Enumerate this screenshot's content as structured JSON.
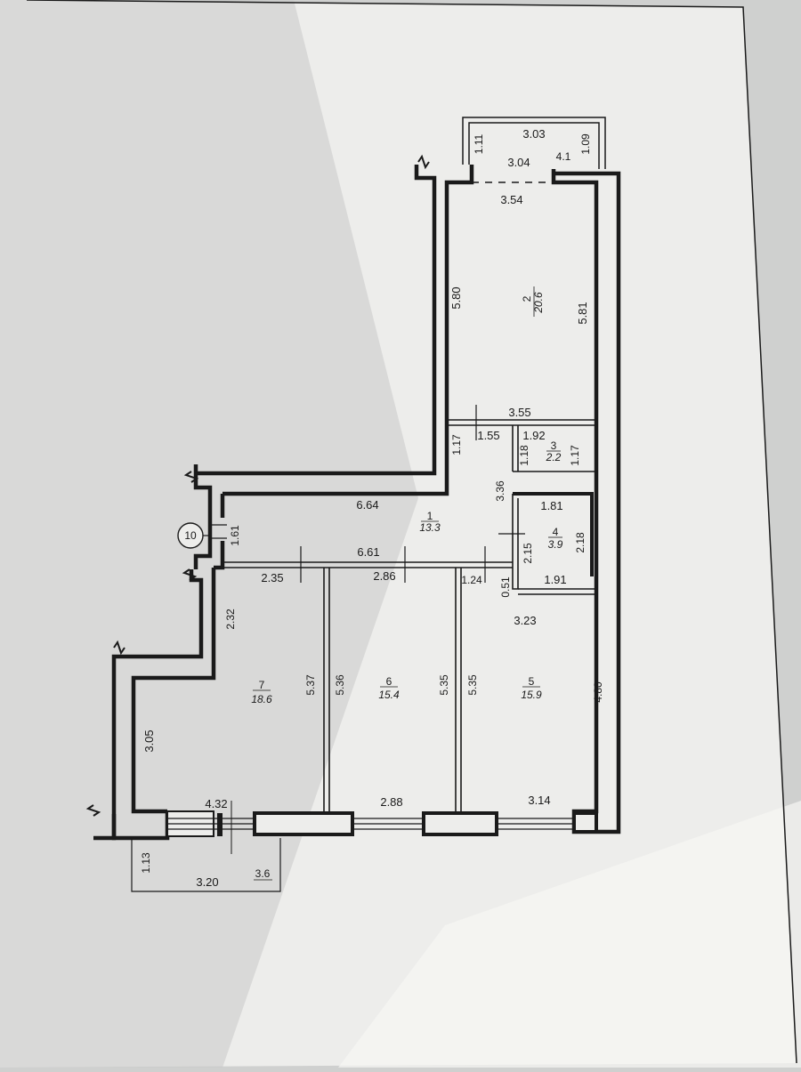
{
  "plan": {
    "axis_label": "10",
    "balcony": {
      "width_outer": "3.03",
      "width_inner": "3.04",
      "depth_left": "1.11",
      "depth_right": "1.09",
      "room_no": "4.1"
    },
    "rooms": {
      "r1": {
        "no": "1",
        "area": "13.3"
      },
      "r2": {
        "no": "2",
        "area": "20.6"
      },
      "r3": {
        "no": "3",
        "area": "2.2"
      },
      "r4": {
        "no": "4",
        "area": "3.9"
      },
      "r5": {
        "no": "5",
        "area": "15.9"
      },
      "r6": {
        "no": "6",
        "area": "15.4"
      },
      "r7": {
        "no": "7",
        "area": "18.6"
      }
    },
    "dims": {
      "r2_width": "3.54",
      "r2_height_left": "5.80",
      "r2_height_right": "5.81",
      "r2_bottom": "3.55",
      "r3_left_w": "1.55",
      "r3_right_w": "1.92",
      "r3_h_left": "1.17",
      "r3_h_mid": "1.18",
      "r3_h_right": "1.17",
      "hall_top": "6.64",
      "hall_mid": "6.61",
      "hall_v": "3.36",
      "hall_left_h": "1.61",
      "r4_top": "1.81",
      "r4_bottom": "1.91",
      "r4_h_left": "2.15",
      "r4_h_right": "2.18",
      "r4_gap": "0.51",
      "r7_top": "2.35",
      "r6_top": "2.86",
      "r5_door": "1.24",
      "r5_top": "3.23",
      "r7_step": "2.32",
      "r7_left": "3.05",
      "r7_right": "5.37",
      "r6_left": "5.36",
      "r6_right": "5.35",
      "r5_left": "5.35",
      "r5_right": "4.80",
      "r7_bottom": "4.32",
      "r6_bottom": "2.88",
      "r5_bottom": "3.14",
      "loggia_depth": "1.13",
      "loggia_width": "3.20",
      "loggia_no": "3.6"
    }
  },
  "colors": {
    "paper": "#f5f5f3",
    "ink": "#1a1a1a",
    "backdrop": "#cfd0cf",
    "shadow": "#b9bab9"
  }
}
